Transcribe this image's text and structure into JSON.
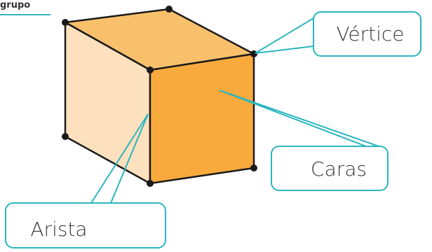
{
  "header": {
    "tab_label": "grupo"
  },
  "callouts": {
    "vertex": "Vértice",
    "faces": "Caras",
    "edge": "Arista"
  },
  "colors": {
    "top_face": "#f9c06c",
    "left_face": "#fde0bd",
    "front_face": "#f8aa3d",
    "outline": "#1a1a1a",
    "callout_border": "#2ab6bf",
    "callout_text": "#3a3a3a"
  }
}
